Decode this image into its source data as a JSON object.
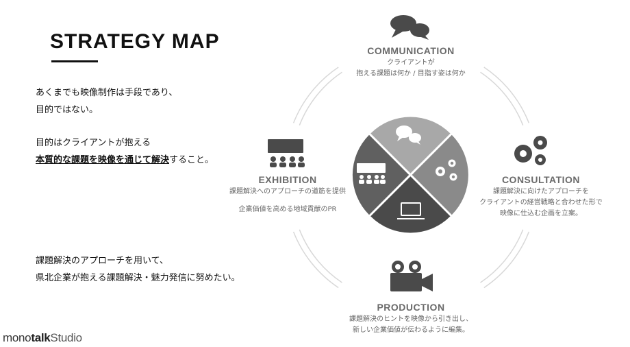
{
  "title": "STRATEGY MAP",
  "intro": {
    "line1": "あくまでも映像制作は手段であり、",
    "line2": "目的ではない。",
    "line3": "目的はクライアントが抱える",
    "line4_emphasis": "本質的な課題を映像を通じて解決",
    "line4_rest": "すること。"
  },
  "closing": {
    "line1": "課題解決のアプローチを用いて、",
    "line2": "県北企業が抱える課題解決・魅力発信に努めたい。"
  },
  "communication": {
    "title": "COMMUNICATION",
    "line1": "クライアントが",
    "line2": "抱える課題は何か / 目指す姿は何か"
  },
  "consultation": {
    "title": "CONSULTATION",
    "line1": "課題解決に向けたアプローチを",
    "line2": "クライアントの経営戦略と合わせた形で",
    "line3": "映像に仕込む企画を立案。"
  },
  "production": {
    "title": "PRODUCTION",
    "line1": "課題解決のヒントを映像から引き出し、",
    "line2": "新しい企業価値が伝わるように編集。"
  },
  "exhibition": {
    "title": "EXHIBITION",
    "line1": "課題解決へのアプローチの道筋を提供",
    "line2": "企業価値を高める地域貢献のPR"
  },
  "logo": {
    "part1": "mono",
    "part2": "talk",
    "part3": "Studio"
  },
  "icons": {
    "communication": "speech-bubbles-icon",
    "consultation": "gears-icon",
    "production": "movie-camera-icon",
    "exhibition": "audience-screen-icon",
    "pie_top": "speech-bubbles-icon",
    "pie_right": "gears-icon",
    "pie_bottom": "laptop-icon",
    "pie_left": "audience-screen-icon"
  },
  "colors": {
    "pie_top": "#a8a8a8",
    "pie_right": "#8a8a8a",
    "pie_bottom": "#4a4a4a",
    "pie_left": "#606060",
    "text_gray": "#6a6a6a"
  }
}
